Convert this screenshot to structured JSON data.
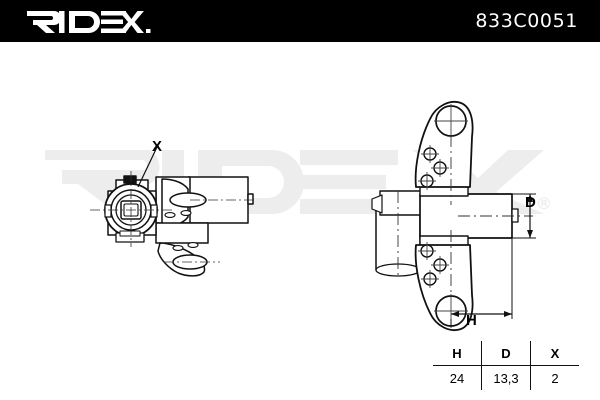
{
  "header": {
    "brand": "RIDEX",
    "brand_icon": "ridex-wordmark-logo",
    "part_number": "833C0051",
    "background_color": "#000000",
    "text_color": "#ffffff"
  },
  "watermark": {
    "text": "RIDEX",
    "registered_mark": "®",
    "color": "#ededed"
  },
  "drawings": {
    "left": {
      "name": "sensor-perspective-view",
      "callout_label": "X",
      "description": "crankshaft sensor perspective view with connector"
    },
    "right": {
      "name": "sensor-plan-view",
      "description": "crankshaft sensor plan view with mounting bracket",
      "dimension_labels": {
        "height": "H",
        "diameter": "D"
      }
    }
  },
  "dimension_table": {
    "name": "dimensions-table",
    "headers": [
      "H",
      "D",
      "X"
    ],
    "rows": [
      [
        "24",
        "13,3",
        "2"
      ]
    ]
  },
  "colors": {
    "line": "#111111",
    "background": "#ffffff",
    "fill_light": "#ffffff"
  }
}
